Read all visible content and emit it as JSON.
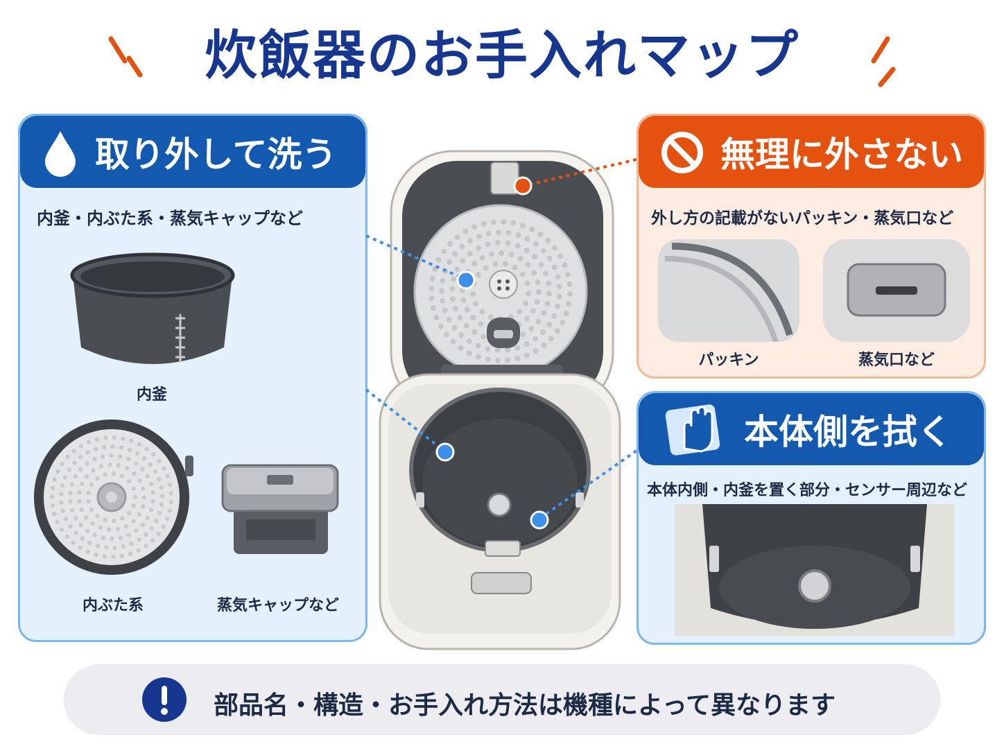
{
  "title": "炊飯器のお手入れマップ",
  "colors": {
    "navy": "#16368f",
    "blue_header": "#1459b0",
    "orange_header": "#e5520f",
    "blue_panel_bg": "#e4f1fd",
    "orange_panel_bg": "#fdece2",
    "dot_blue": "#3e8fea",
    "dot_orange": "#e5520f"
  },
  "wash": {
    "header": "取り外して洗う",
    "icon": "water-drop-icon",
    "subtitle": "内釜・内ぶた系・蒸気キャップなど",
    "items": {
      "inner_pot": "内釜",
      "inner_lid": "内ぶた系",
      "steam_cap": "蒸気キャップなど"
    }
  },
  "no_remove": {
    "header": "無理に外さない",
    "icon": "prohibited-icon",
    "subtitle": "外し方の記載がないパッキン・蒸気口など",
    "items": {
      "gasket": "パッキン",
      "steam_vent": "蒸気口など"
    }
  },
  "wipe": {
    "header": "本体側を拭く",
    "icon": "hand-wipe-icon",
    "subtitle": "本体内側・内釜を置く部分・センサー周辺など"
  },
  "note": {
    "icon": "exclamation-icon",
    "text": "部品名・構造・お手入れ方法は機種によって異なります"
  }
}
